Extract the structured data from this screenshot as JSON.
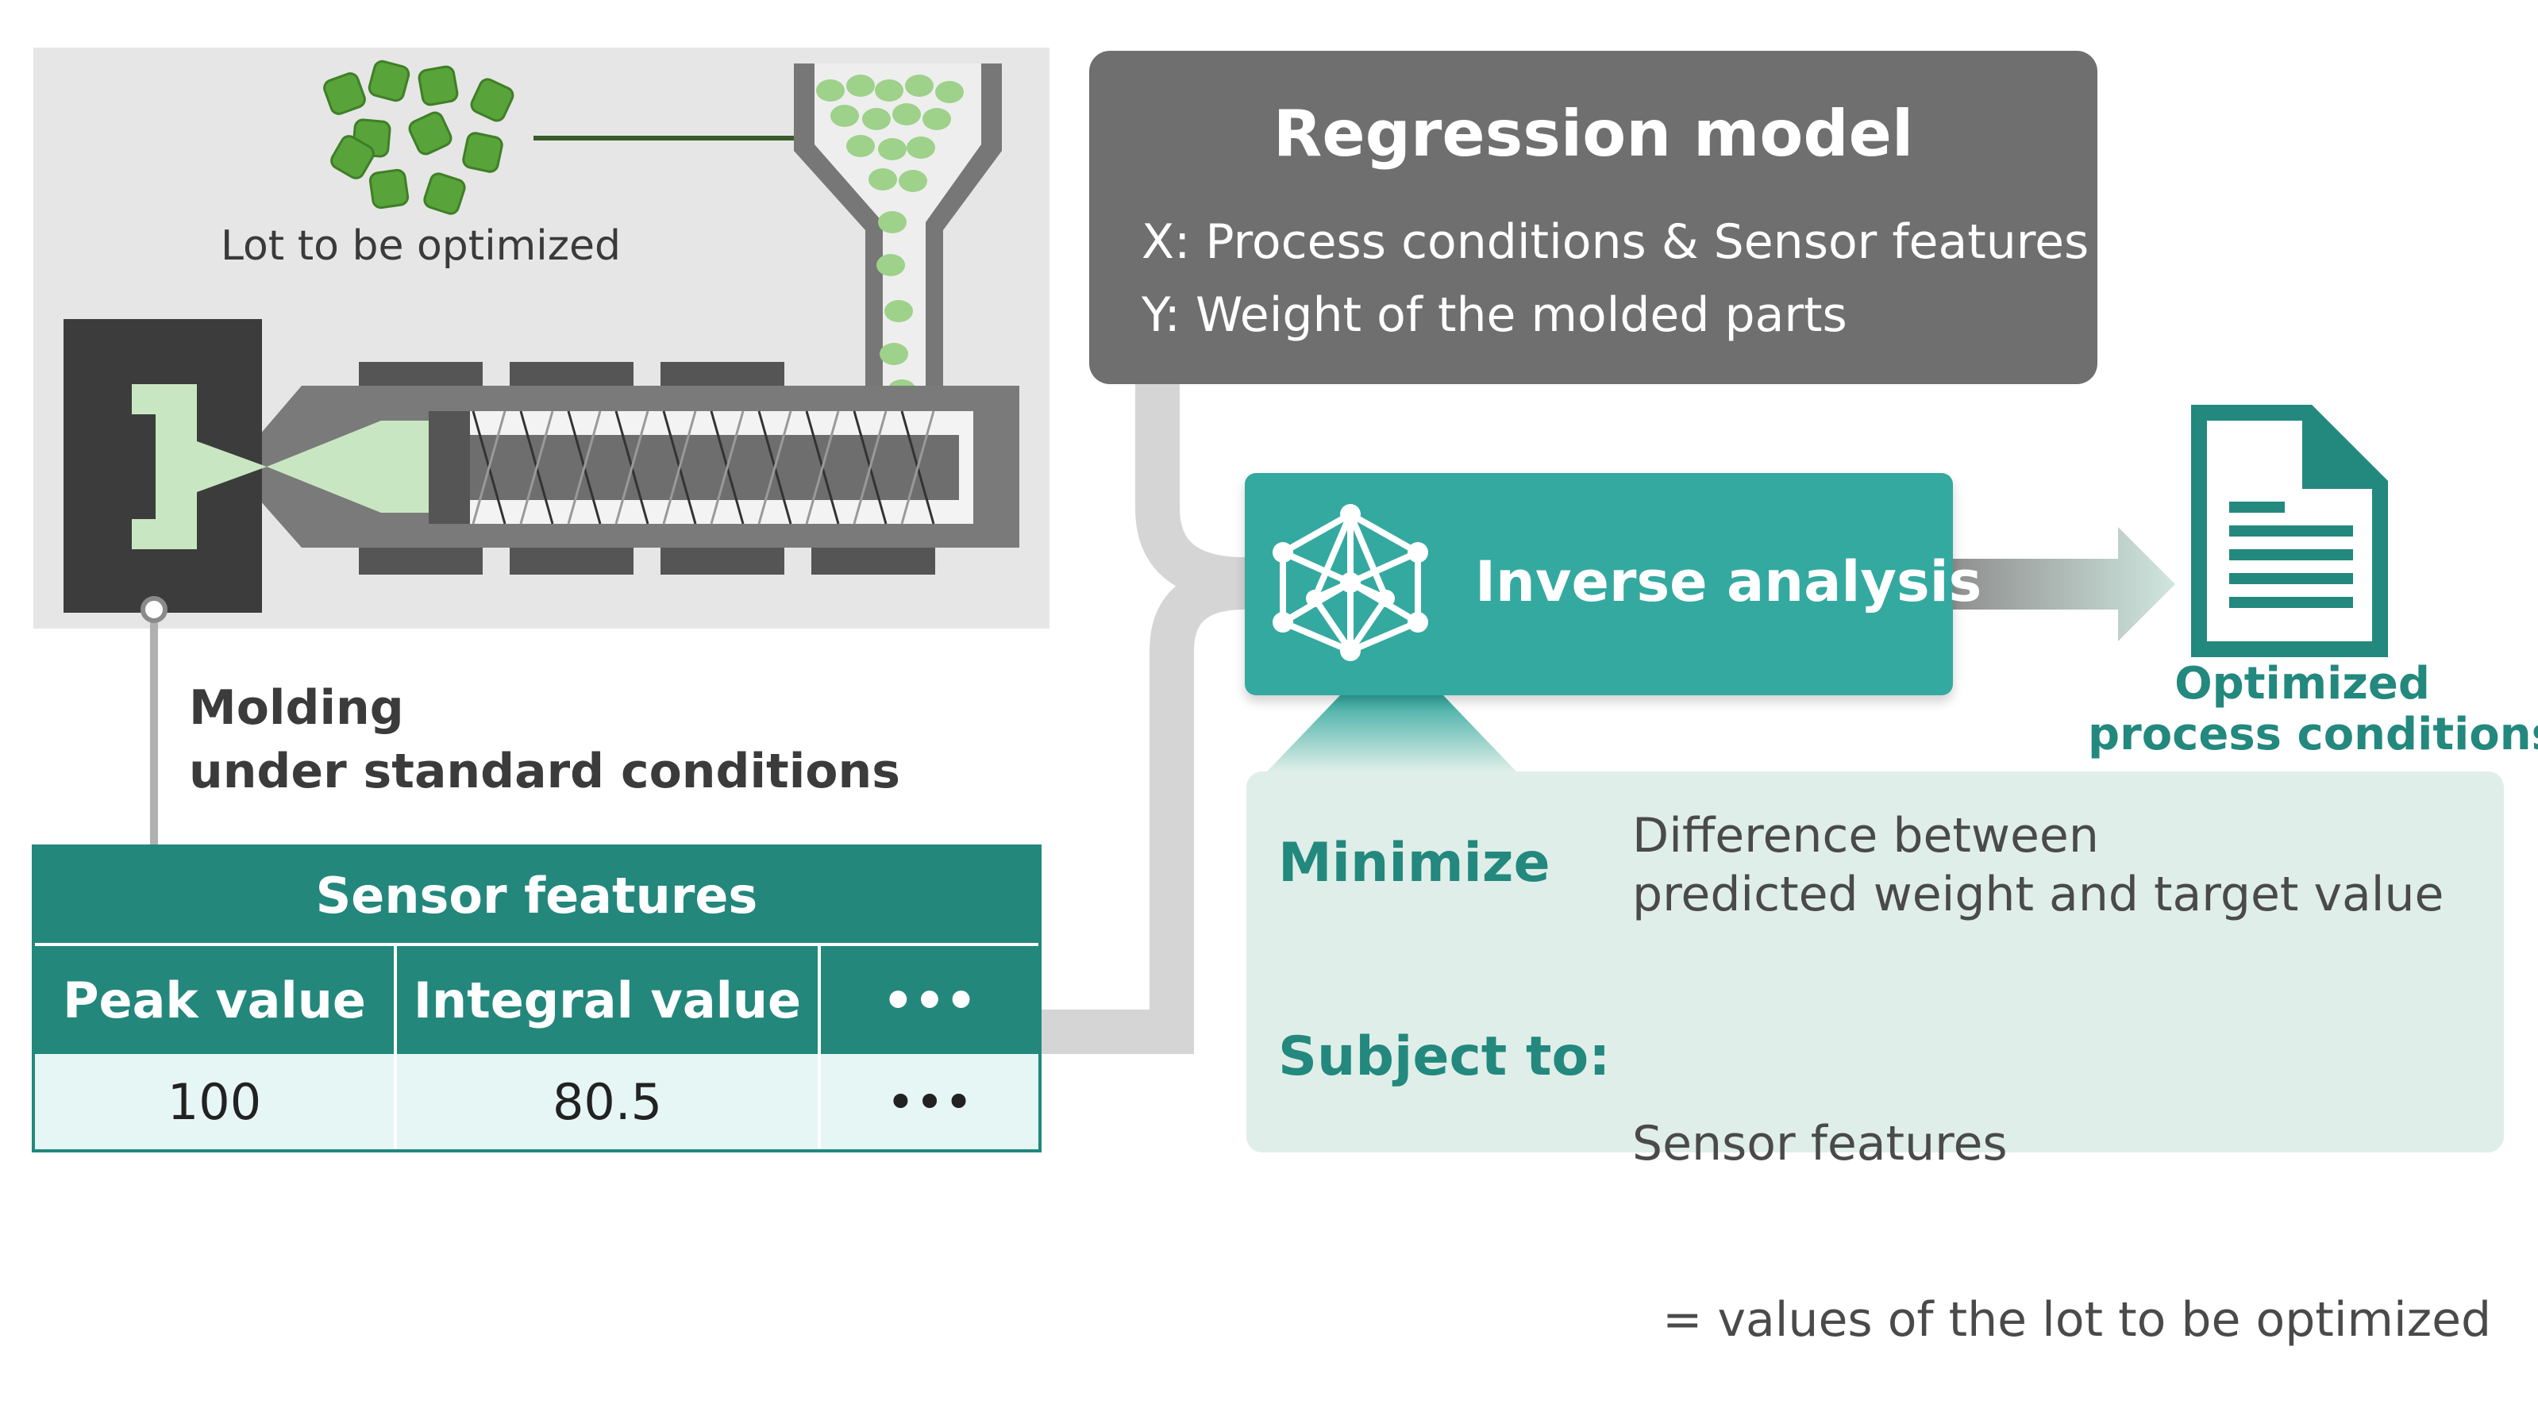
{
  "machine_panel": {
    "lot_label": "Lot to be optimized",
    "molding_label_line1": "Molding",
    "molding_label_line2": "under standard conditions"
  },
  "regression_model": {
    "title": "Regression model",
    "x_text": "X: Process conditions & Sensor features",
    "y_text": "Y: Weight of the molded parts"
  },
  "inverse_analysis": {
    "label": "Inverse analysis",
    "icon": "network-icon"
  },
  "output": {
    "icon": "document-icon",
    "label_line1": "Optimized",
    "label_line2": "process conditions"
  },
  "optimization": {
    "minimize_label": "Minimize",
    "minimize_line1": "Difference between",
    "minimize_line2": "predicted weight and target value",
    "subject_label": "Subject to:",
    "subject_line1": "Sensor features",
    "subject_line2": "  = values of the lot to be optimized"
  },
  "sensor_table": {
    "title": "Sensor features",
    "headers": [
      "Peak value",
      "Integral value",
      "•••"
    ],
    "values": [
      "100",
      "80.5",
      "•••"
    ]
  },
  "colors": {
    "teal": "#23877c",
    "teal_box": "#34a9a0",
    "gray_box": "#6f6f6f",
    "pellet_green": "#58a33a",
    "light_green": "#c8e6c2"
  }
}
